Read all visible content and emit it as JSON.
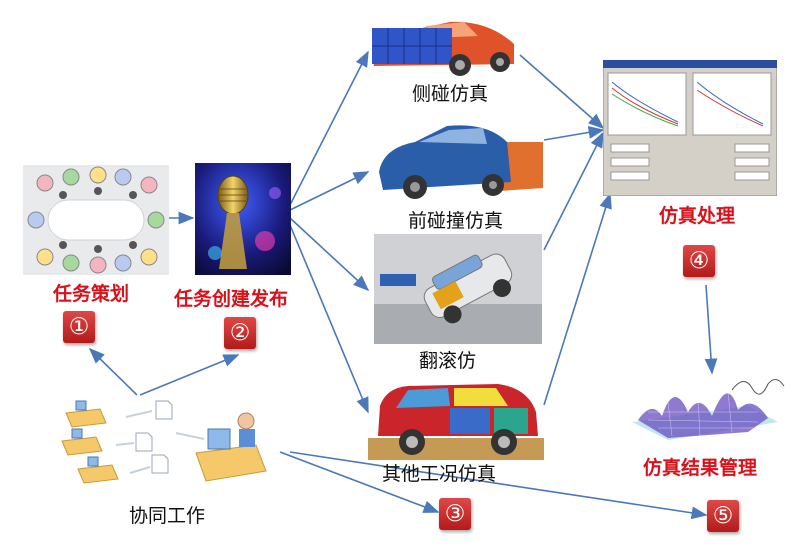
{
  "stages": {
    "planning": {
      "label": "任务策划",
      "badge": "①"
    },
    "release": {
      "label": "任务创建发布",
      "badge": "②"
    },
    "simulation": {
      "badge": "③"
    },
    "processing": {
      "label": "仿真处理",
      "badge": "④"
    },
    "results": {
      "label": "仿真结果管理",
      "badge": "⑤"
    }
  },
  "simulations": {
    "side": "侧碰仿真",
    "front": "前碰撞仿真",
    "rollover": "翻滚仿",
    "other": "其他工况仿真"
  },
  "collaboration": {
    "label": "协同工作"
  },
  "colors": {
    "accent_red": "#d8111b",
    "arrow_blue": "#4a78b8",
    "badge_red": "#c62828"
  }
}
